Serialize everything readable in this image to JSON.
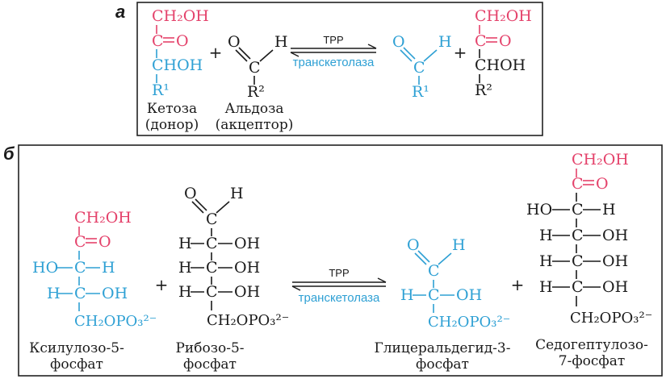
{
  "colors": {
    "red": "#e4426b",
    "blue": "#2ea0d4",
    "black": "#1a1a1a",
    "frame": "#222222"
  },
  "panel_a": {
    "label": "а",
    "ketose": {
      "ch2oh": "CH₂OH",
      "co_c": "C",
      "co_o": "O",
      "choh": "CHOH",
      "r": "R¹",
      "name": "Кетоза",
      "role": "(донор)"
    },
    "plus1": "+",
    "aldose": {
      "o": "O",
      "h": "H",
      "c": "C",
      "r": "R²",
      "name": "Альдоза",
      "role": "(акцептор)"
    },
    "arrow_top": "TPP",
    "arrow_bottom": "транскетолаза",
    "product1": {
      "o": "O",
      "h": "H",
      "c": "C",
      "r": "R¹"
    },
    "plus2": "+",
    "product2": {
      "ch2oh": "CH₂OH",
      "co_c": "C",
      "co_o": "O",
      "choh": "CHOH",
      "r": "R²"
    }
  },
  "panel_b": {
    "label": "б",
    "xylulose": {
      "ch2oh": "CH₂OH",
      "co_c": "C",
      "co_o": "O",
      "ho": "HO",
      "c3": "C",
      "h3": "H",
      "h4": "H",
      "c4": "C",
      "oh4": "OH",
      "ch2opo3": "CH₂OPO₃²⁻",
      "name1": "Ксилулозо-5-",
      "name2": "фосфат"
    },
    "plus1": "+",
    "ribose": {
      "o": "O",
      "h": "H",
      "c1": "C",
      "rows": [
        {
          "h": "H",
          "c": "C",
          "oh": "OH"
        },
        {
          "h": "H",
          "c": "C",
          "oh": "OH"
        },
        {
          "h": "H",
          "c": "C",
          "oh": "OH"
        }
      ],
      "ch2opo3": "CH₂OPO₃²⁻",
      "name1": "Рибозо-5-",
      "name2": "фосфат"
    },
    "arrow_top": "TPP",
    "arrow_bottom": "транскетолаза",
    "glyceraldehyde": {
      "o": "O",
      "h": "H",
      "c1": "C",
      "h2": "H",
      "c2": "C",
      "oh2": "OH",
      "ch2opo3": "CH₂OPO₃²⁻",
      "name1": "Глицеральдегид-3-",
      "name2": "фосфат"
    },
    "plus2": "+",
    "sedoheptulose": {
      "ch2oh": "CH₂OH",
      "co_c": "C",
      "co_o": "O",
      "ho": "HO",
      "c3": "C",
      "h3": "H",
      "rows": [
        {
          "h": "H",
          "c": "C",
          "oh": "OH"
        },
        {
          "h": "H",
          "c": "C",
          "oh": "OH"
        },
        {
          "h": "H",
          "c": "C",
          "oh": "OH"
        }
      ],
      "ch2opo3": "CH₂OPO₃²⁻",
      "name1": "Седогептулозо-",
      "name2": "7-фосфат"
    }
  }
}
